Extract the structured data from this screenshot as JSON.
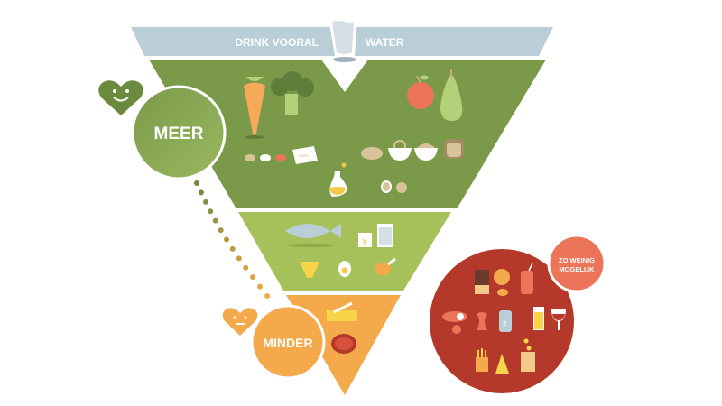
{
  "banner": {
    "left_text": "DRINK VOORAL",
    "right_text": "WATER"
  },
  "levels": {
    "more": {
      "label": "MEER",
      "heart": "smiling-heart-icon"
    },
    "less": {
      "label": "MINDER",
      "heart": "neutral-heart-icon"
    },
    "avoid": {
      "label_line1": "ZO WEINIG",
      "label_line2": "MOGELIJK"
    }
  },
  "tofu_label": "TOFU",
  "salt_label": "Z",
  "colors": {
    "water": "#b9ced6",
    "green_dark": "#7a9a4a",
    "green_light": "#a6c05a",
    "orange": "#f4a94a",
    "red": "#b5392a",
    "salmon": "#ec7458"
  }
}
